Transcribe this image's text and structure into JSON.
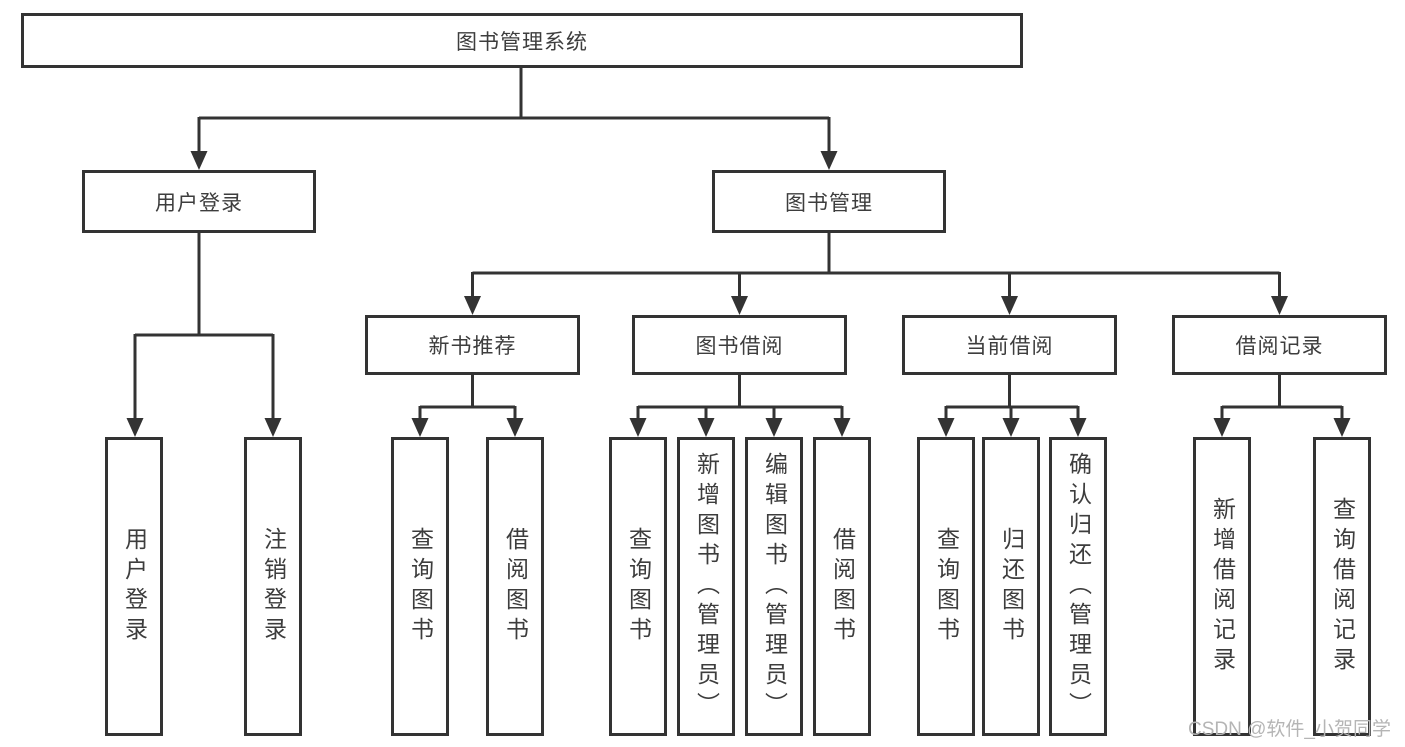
{
  "tree": {
    "root": {
      "label": "图书管理系统"
    },
    "branches": [
      {
        "label": "用户登录",
        "children": [
          "用户登录",
          "注销登录"
        ]
      },
      {
        "label": "图书管理",
        "sections": [
          {
            "label": "新书推荐",
            "children": [
              "查询图书",
              "借阅图书"
            ]
          },
          {
            "label": "图书借阅",
            "children": [
              "查询图书",
              "新增图书（管理员）",
              "编辑图书（管理员）",
              "借阅图书"
            ]
          },
          {
            "label": "当前借阅",
            "children": [
              "查询图书",
              "归还图书",
              "确认归还（管理员）"
            ]
          },
          {
            "label": "借阅记录",
            "children": [
              "新增借阅记录",
              "查询借阅记录"
            ]
          }
        ]
      }
    ]
  },
  "watermark": "CSDN @软件_小贺同学",
  "colors": {
    "line": "#333333",
    "text": "#3d3d3d",
    "watermark": "#b5b5b5",
    "background": "#ffffff"
  }
}
